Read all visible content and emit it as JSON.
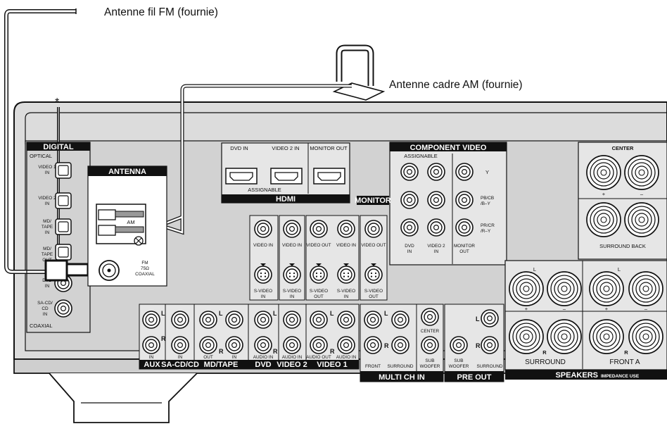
{
  "callouts": {
    "fm_antenna": "Antenne fil FM (fournie)",
    "am_antenna": "Antenne cadre AM (fournie)",
    "asterisk": "*"
  },
  "digital": {
    "title": "DIGITAL",
    "optical": "OPTICAL",
    "video1_in": [
      "VIDEO 1",
      "IN"
    ],
    "video2_in": [
      "VIDEO 2",
      "IN"
    ],
    "md_tape_in": [
      "MD/",
      "TAPE",
      "IN"
    ],
    "md_tape_out": [
      "MD/",
      "TAPE",
      "OUT"
    ],
    "dvd_in": [
      "DVD",
      "IN"
    ],
    "sacd_in": [
      "SA-CD/",
      "CD",
      "IN"
    ],
    "coaxial": "COAXIAL"
  },
  "antenna": {
    "title": "ANTENNA",
    "am": "AM",
    "fm": [
      "FM",
      "75Ω",
      "COAXIAL"
    ]
  },
  "hdmi": {
    "dvd_in": "DVD IN",
    "video2_in": "VIDEO 2 IN",
    "monitor_out": "MONITOR OUT",
    "assignable": "ASSIGNABLE",
    "title": "HDMI"
  },
  "component": {
    "title": "COMPONENT VIDEO",
    "assignable": "ASSIGNABLE",
    "y": "Y",
    "pb": [
      "PB/CB",
      "/B–Y"
    ],
    "pr": [
      "PR/CR",
      "/R–Y"
    ],
    "dvd_in": [
      "DVD",
      "IN"
    ],
    "video2_in": [
      "VIDEO 2",
      "IN"
    ],
    "monitor_out": [
      "MONITOR",
      "OUT"
    ]
  },
  "video_jacks": {
    "monitor": "MONITOR",
    "video_in": "VIDEO IN",
    "video_out": "VIDEO OUT",
    "svideo_in": [
      "S-VIDEO",
      "IN"
    ],
    "svideo_out": [
      "S-VIDEO",
      "OUT"
    ]
  },
  "audio": {
    "L": "L",
    "R": "R",
    "in": "IN",
    "out": "OUT",
    "audio_in": "AUDIO IN",
    "audio_out": "AUDIO OUT",
    "labels": [
      "AUX",
      "SA-CD/CD",
      "MD/TAPE",
      "DVD",
      "VIDEO 2",
      "VIDEO 1"
    ]
  },
  "multi": {
    "front": "FRONT",
    "surround": "SURROUND",
    "center": "CENTER",
    "sub": [
      "SUB",
      "WOOFER"
    ],
    "title": "MULTI CH IN"
  },
  "pre_out": {
    "sub": [
      "SUB",
      "WOOFER"
    ],
    "surround": "SURROUND",
    "title": "PRE OUT"
  },
  "speakers": {
    "center": "CENTER",
    "surround_back": "SURROUND BACK",
    "L": "L",
    "R": "R",
    "plus": "+",
    "minus": "–",
    "surround": "SURROUND",
    "front_a": "FRONT A",
    "title": "SPEAKERS",
    "impedance": "IMPEDANCE USE"
  }
}
